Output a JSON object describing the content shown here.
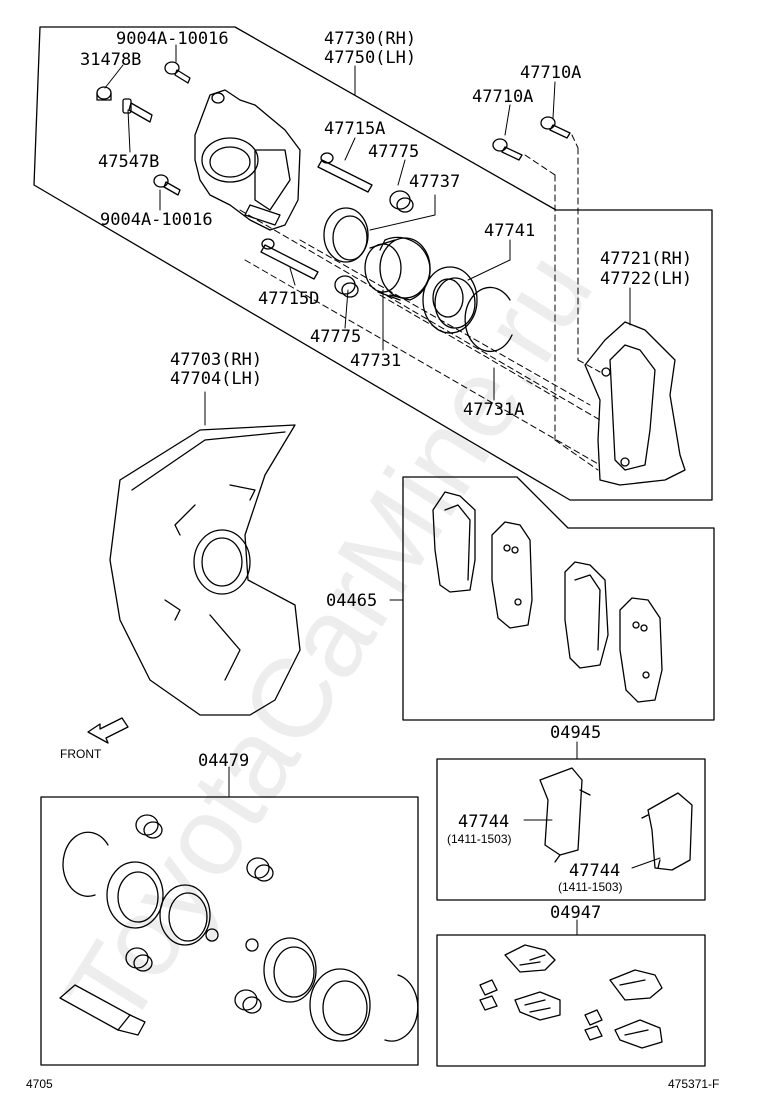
{
  "watermark": "ToyotaCarMine.ru",
  "labels": {
    "p9004a_top": "9004A-10016",
    "p31478b": "31478B",
    "p47547b": "47547B",
    "p9004a_bot": "9004A-10016",
    "p47730": "47730(RH)",
    "p47750": "47750(LH)",
    "p47715a": "47715A",
    "p47775a": "47775",
    "p47737": "47737",
    "p47710a_1": "47710A",
    "p47710a_2": "47710A",
    "p47741": "47741",
    "p47721": "47721(RH)",
    "p47722": "47722(LH)",
    "p47715d": "47715D",
    "p47775b": "47775",
    "p47731": "47731",
    "p47731a": "47731A",
    "p47703": "47703(RH)",
    "p47704": "47704(LH)",
    "p04465": "04465",
    "p04945": "04945",
    "p47744_1": "47744",
    "p47744_1_range": "(1411-1503)",
    "p47744_2": "47744",
    "p47744_2_range": "(1411-1503)",
    "p04947": "04947",
    "p04479": "04479",
    "front": "FRONT",
    "footer_left": "4705",
    "footer_right": "475371-F"
  },
  "colors": {
    "line": "#000000",
    "background": "#ffffff"
  }
}
